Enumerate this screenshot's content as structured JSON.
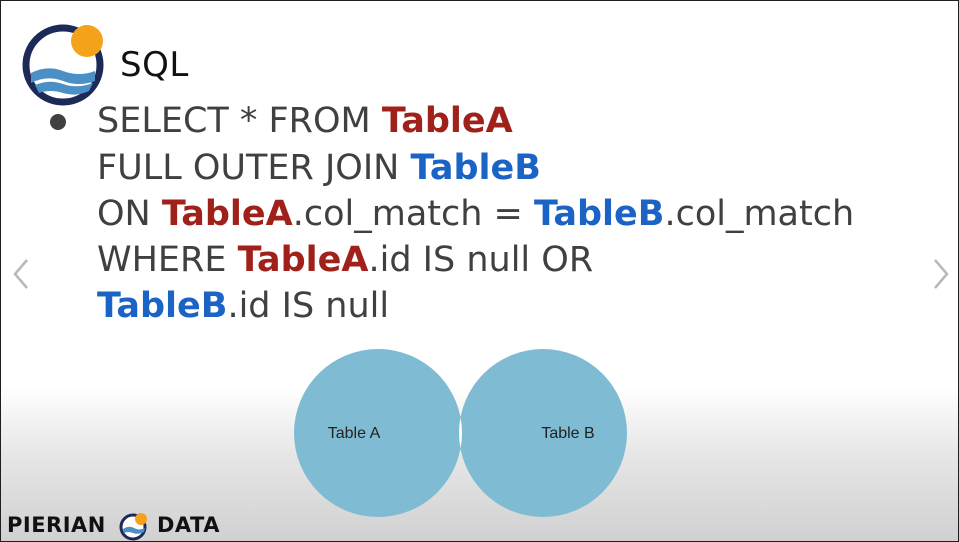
{
  "slide": {
    "title": "SQL",
    "code_lines": [
      [
        {
          "t": "SELECT * FROM ",
          "c": "kw"
        },
        {
          "t": "TableA",
          "c": "ta"
        }
      ],
      [
        {
          "t": "FULL OUTER JOIN ",
          "c": "kw"
        },
        {
          "t": "TableB",
          "c": "tb"
        }
      ],
      [
        {
          "t": "ON ",
          "c": "kw"
        },
        {
          "t": "TableA",
          "c": "ta"
        },
        {
          "t": ".col_match = ",
          "c": "kw"
        },
        {
          "t": "TableB",
          "c": "tb"
        },
        {
          "t": ".col_match",
          "c": "kw"
        }
      ],
      [
        {
          "t": "WHERE ",
          "c": "kw"
        },
        {
          "t": "TableA",
          "c": "ta"
        },
        {
          "t": ".id IS null OR",
          "c": "kw"
        }
      ],
      [
        {
          "t": "TableB",
          "c": "tb"
        },
        {
          "t": ".id IS null",
          "c": "kw"
        }
      ]
    ],
    "venn": {
      "left_label": "Table A",
      "right_label": "Table B",
      "circle_color": "#7fbcd3"
    }
  },
  "brand": {
    "left_text": "PIERIAN",
    "right_text": "DATA"
  },
  "nav": {
    "prev_icon": "chevron-left-icon",
    "next_icon": "chevron-right-icon"
  },
  "colors": {
    "table_a": "#a0201a",
    "table_b": "#1b63c4",
    "text": "#404040",
    "logo_navy": "#1d2a58",
    "logo_orange": "#f5a21b",
    "logo_blue": "#4b8fc7"
  }
}
